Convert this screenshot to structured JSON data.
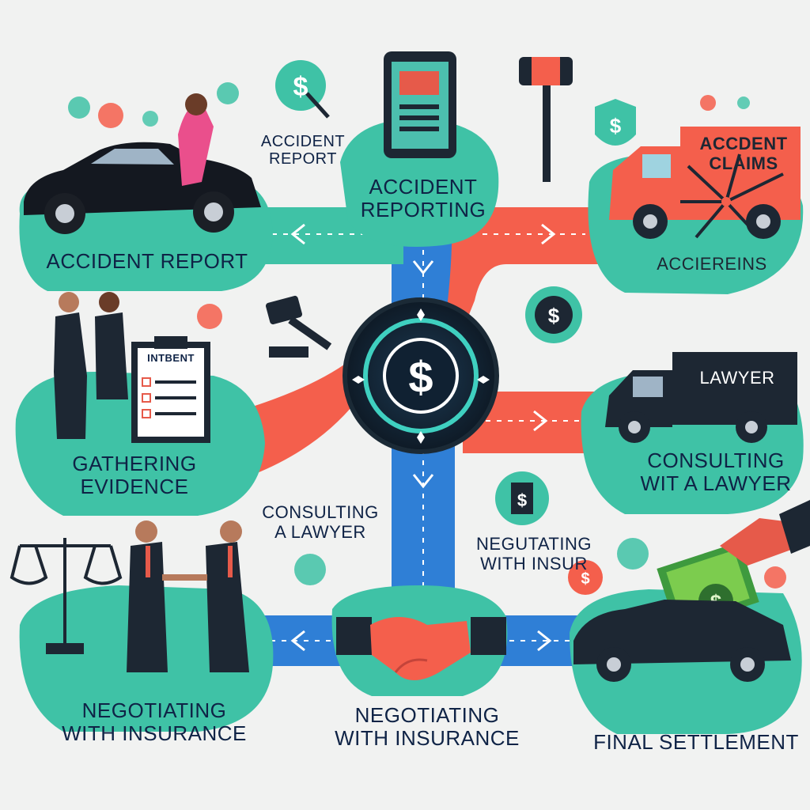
{
  "labels": {
    "accident_report_small_1": "Accident",
    "accident_report_small_2": "Report",
    "accident_report_main": "Accident Report",
    "accident_reporting_1": "Accident",
    "accident_reporting_2": "Reporting",
    "truck_sign_1": "Accdent",
    "truck_sign_2": "Claims",
    "accidering": "Acciereins",
    "incident_doc": "Intbent",
    "gathering_1": "Gathering",
    "gathering_2": "Evidence",
    "lawyer_truck": "Lawyer",
    "consulting_right_1": "Consulting",
    "consulting_right_2": "Wit a Lawyer",
    "consulting_mid_1": "Consulting",
    "consulting_mid_2": "a Lawyer",
    "negotiating_mid_1": "Negutating",
    "negotiating_mid_2": "With Insur",
    "negotiating_left_1": "Negotiating",
    "negotiating_left_2": "With Insurance",
    "negotiating_center_1": "Negotiating",
    "negotiating_center_2": "With Insurance",
    "final_settlement": "Final Settlement"
  },
  "icons": {
    "center": "dollar-sign",
    "badges": [
      "dollar-sign",
      "shield-dollar",
      "dollar-sign",
      "tag-dollar"
    ]
  },
  "colors": {
    "teal": "#3fc2a6",
    "blue": "#2f7fd6",
    "coral": "#f45f4c",
    "navy": "#0f2346",
    "background": "#f1f2f1"
  }
}
